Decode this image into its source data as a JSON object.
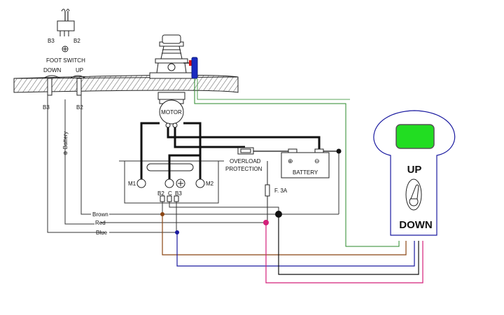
{
  "foot_switch": {
    "terminal_left": "B3",
    "terminal_right": "B2",
    "title": "FOOT SWITCH",
    "down_label": "DOWN",
    "up_label": "UP",
    "wire_left": "B3",
    "wire_right": "B2",
    "battery_wire_label": "⊕ Battery"
  },
  "motor": {
    "label": "MOTOR"
  },
  "control_box": {
    "m1": "M1",
    "m2": "M2",
    "b2": "B2",
    "c": "C",
    "b3": "B3"
  },
  "overload": {
    "line1": "OVERLOAD",
    "line2": "PROTECTION"
  },
  "battery": {
    "label": "BATTERY",
    "plus": "⊕",
    "minus": "⊖"
  },
  "fuse": {
    "label": "F. 3A"
  },
  "wires": {
    "brown": "Brown",
    "red": "Red",
    "blue": "Blue"
  },
  "remote": {
    "up_label": "UP",
    "down_label": "DOWN",
    "indicator_color": "#22dd22"
  },
  "colors": {
    "green_wire": "#2a8a2a",
    "brown_wire": "#8b4513",
    "blue_wire": "#1a1aa0",
    "magenta_wire": "#d4207a",
    "accent_blue": "#1a2ac0",
    "accent_red": "#e01010"
  }
}
